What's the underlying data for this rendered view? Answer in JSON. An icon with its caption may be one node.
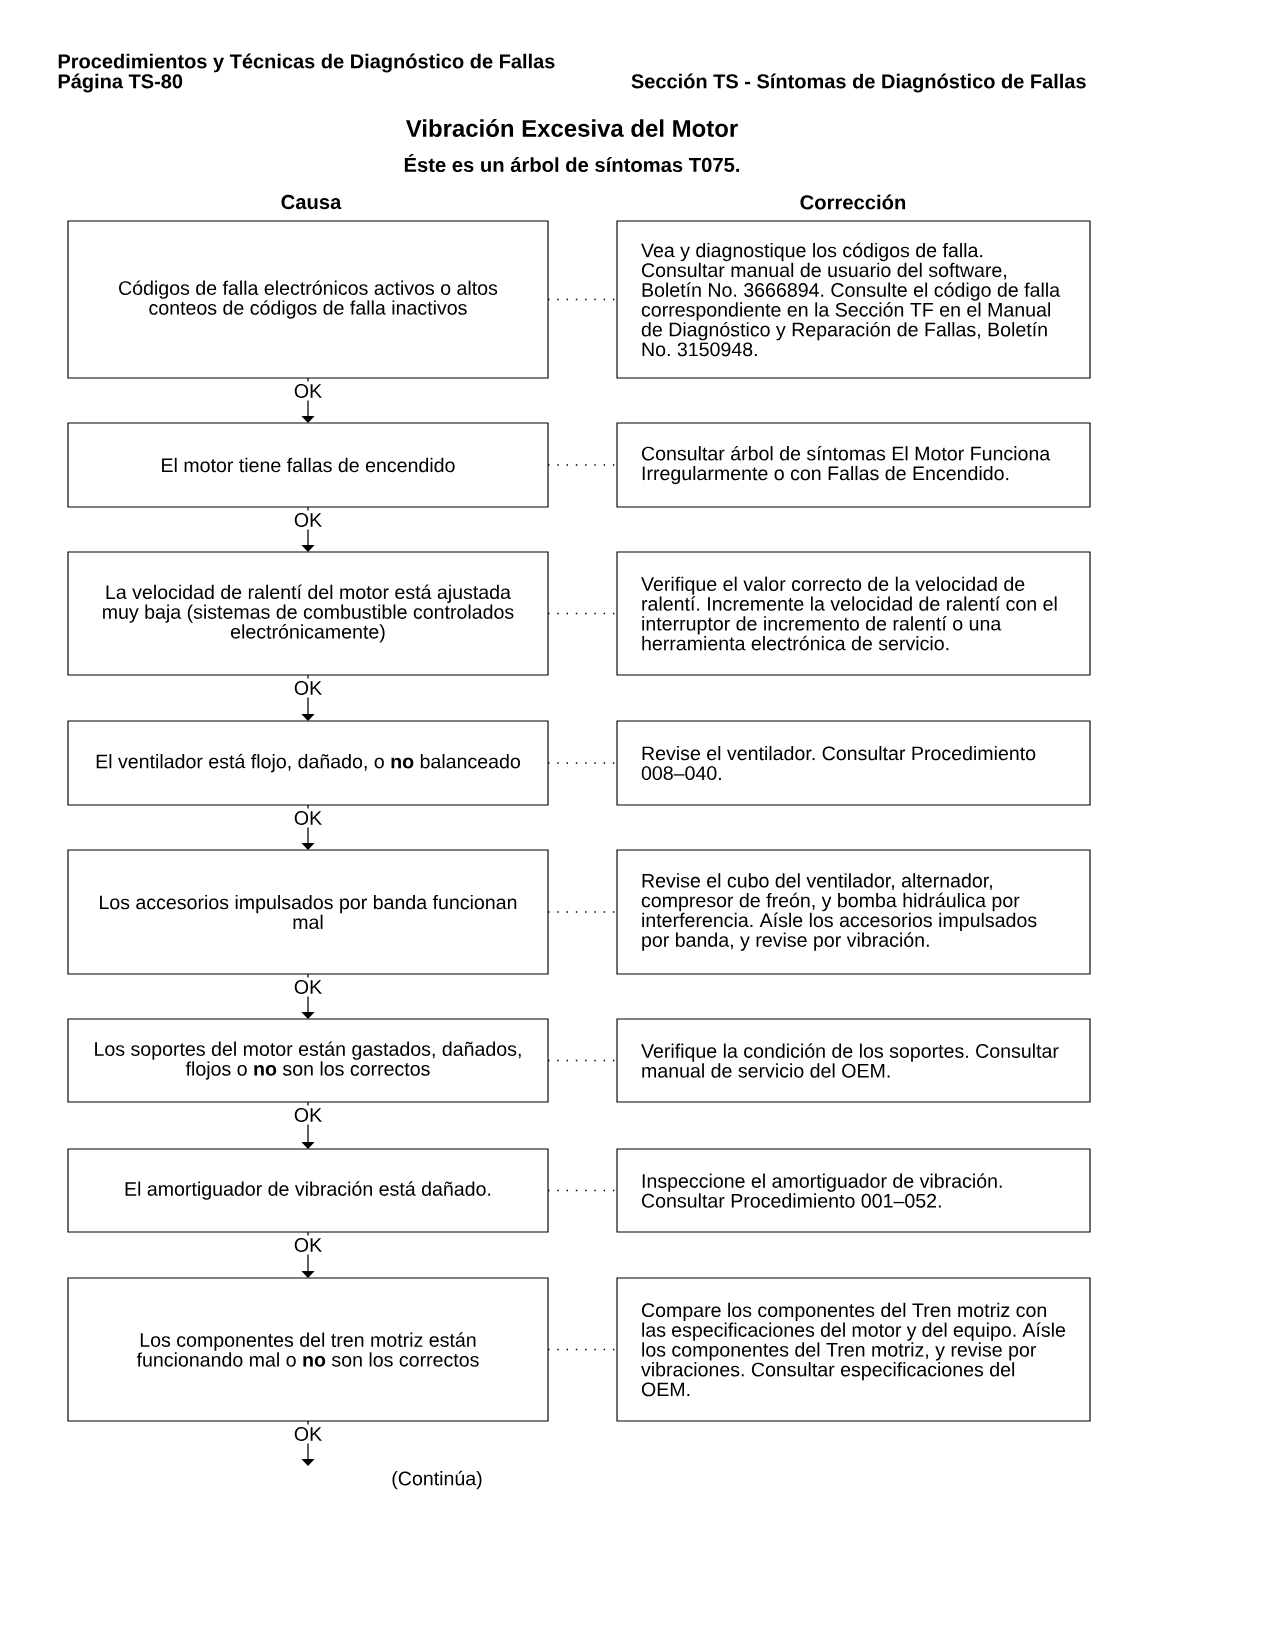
{
  "diagram": {
    "title": "Vibración Excesiva del Motor",
    "nodes": [
      {
        "text": [
          "Códigos de falla electrónicos activos o altos conteos de códigos de falla inactivos"
        ]
      },
      {
        "text": [
          "Vea y diagnostique los códigos de falla. Consultar manual de usuario del software, Boletín No. 3666894. Consulte el código de falla correspondiente en la Sección TF en el Manual de Diagnóstico y Reparación de Fallas, Boletín No. 3150948."
        ]
      },
      {
        "text": [
          "El motor tiene fallas de encendido"
        ]
      },
      {
        "text": [
          "Consultar árbol de síntomas El Motor Funciona Irregularmente o con Fallas de Encendido."
        ]
      },
      {
        "text": [
          "La velocidad de ralentí del motor está ajustada muy baja (sistemas de combustible controlados electrónicamente)"
        ]
      },
      {
        "text": [
          "Verifique el valor correcto de la velocidad de ralentí. Incremente la velocidad de ralentí con el interruptor de incremento de ralentí o una herramienta electrónica de servicio."
        ]
      },
      {
        "text": [
          "El ventilador está flojo, dañado, o **no** balanceado"
        ]
      },
      {
        "text": [
          "Revise el ventilador. Consultar Procedimiento 008–040."
        ]
      },
      {
        "text": [
          "Los accesorios impulsados por banda funcionan mal"
        ]
      },
      {
        "text": [
          "Revise el cubo del ventilador, alternador, compresor de freón, y bomba hidráulica por interferencia. Aísle los accesorios impulsados por banda, y revise por vibración."
        ]
      },
      {
        "text": [
          "Los soportes del motor están gastados, dañados, flojos o **no** son los correctos"
        ]
      },
      {
        "text": [
          "Verifique la condición de los soportes. Consultar manual de servicio del OEM."
        ]
      },
      {
        "text": [
          "El amortiguador de vibración está dañado."
        ]
      },
      {
        "text": [
          "Inspeccione el amortiguador de vibración. Consultar Procedimiento 001–052."
        ]
      },
      {
        "text": [
          "Los componentes del tren motriz están funcionando mal o **no** son los correctos"
        ]
      },
      {
        "text": [
          "Compare los componentes del Tren motriz con las especificaciones del motor y del equipo. Aísle los componentes del Tren motriz, y revise por vibraciones. Consultar especificaciones del OEM."
        ]
      }
    ],
    "edges": [
      {
        "from": 0,
        "to": 1,
        "arrow": "none",
        "style": "dashed"
      },
      {
        "from": 0,
        "to": 2,
        "label": "OK",
        "arrow": "to"
      },
      {
        "from": 2,
        "to": 3,
        "arrow": "none",
        "style": "dashed"
      },
      {
        "from": 2,
        "to": 4,
        "label": "OK",
        "arrow": "to"
      },
      {
        "from": 4,
        "to": 5,
        "arrow": "none",
        "style": "dashed"
      },
      {
        "from": 4,
        "to": 6,
        "label": "OK",
        "arrow": "to"
      },
      {
        "from": 6,
        "to": 7,
        "arrow": "none",
        "style": "dashed"
      },
      {
        "from": 6,
        "to": 8,
        "label": "OK",
        "arrow": "to"
      },
      {
        "from": 8,
        "to": 9,
        "arrow": "none",
        "style": "dashed"
      },
      {
        "from": 8,
        "to": 10,
        "label": "OK",
        "arrow": "to"
      },
      {
        "from": 10,
        "to": 11,
        "arrow": "none",
        "style": "dashed"
      },
      {
        "from": 10,
        "to": 12,
        "label": "OK",
        "arrow": "to"
      },
      {
        "from": 12,
        "to": 13,
        "arrow": "none",
        "style": "dashed"
      },
      {
        "from": 12,
        "to": 14,
        "label": "OK",
        "arrow": "to"
      },
      {
        "from": 14,
        "to": 15,
        "arrow": "none",
        "style": "dashed"
      },
      {
        "from": 14,
        "to": null,
        "label": "OK",
        "arrow": "to"
      }
    ],
    "labels": [
      "Procedimientos y Técnicas de Diagnóstico de Fallas",
      "Página TS-80",
      "Sección TS - Síntomas de Diagnóstico de Fallas",
      "Éste es un árbol de síntomas T075.",
      "Causa",
      "Corrección",
      "(Continúa)"
    ]
  }
}
